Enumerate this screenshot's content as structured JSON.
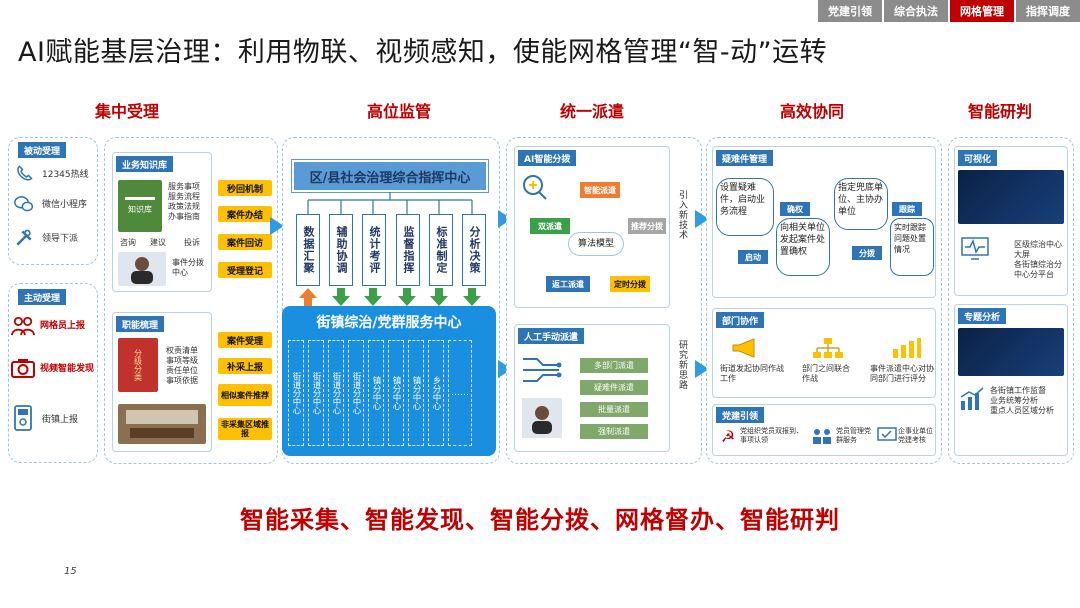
{
  "nav": {
    "tabs": [
      "党建引领",
      "综合执法",
      "网格管理",
      "指挥调度"
    ],
    "active_tab": "网格管理"
  },
  "title": "AI赋能基层治理：利用物联、视频感知，使能网格管理“智-动”运转",
  "columns": {
    "c1": "集中受理",
    "c2": "高位监管",
    "c3": "统一派遣",
    "c4": "高效协同",
    "c5": "智能研判"
  },
  "accept": {
    "passive_label": "被动受理",
    "passive_items": [
      "12345热线",
      "微信小程序",
      "领导下派"
    ],
    "active_label": "主动受理",
    "active_items": [
      "网格员上报",
      "视频智能发现",
      "街镇上报"
    ],
    "kb_label": "业务知识库",
    "kb_book": "知识库",
    "kb_items": [
      "服务事项",
      "服务流程",
      "政策法规",
      "办事指南"
    ],
    "kb_row": [
      "咨询",
      "建议",
      "投诉"
    ],
    "dispatch_text": "事件分拨中心",
    "mech_buttons": [
      "秒回机制",
      "案件办结",
      "案件回访",
      "受理登记"
    ],
    "func_label": "职能梳理",
    "func_book": "分级分类",
    "func_items": [
      "权责清单",
      "事项等级",
      "责任单位",
      "事项依据"
    ],
    "case_buttons": [
      "案件受理",
      "补采上报",
      "相似案件推荐",
      "非采集区域推报"
    ]
  },
  "monitor": {
    "center_title": "区/县社会治理综合指挥中心",
    "funcs": [
      "数据汇聚",
      "辅助协调",
      "统计考评",
      "监督指挥",
      "标准制定",
      "分析决策"
    ],
    "street_title": "街镇综治/党群服务中心",
    "columns": [
      "街道分中心",
      "街道分中心",
      "街道分中心",
      "街道分中心",
      "镇分中心",
      "镇分中心",
      "镇分中心",
      "乡分中心"
    ],
    "more": "……"
  },
  "dispatch": {
    "ai_label": "AI智能分拨",
    "ai_nodes": [
      "智能派遣",
      "双派遣",
      "推荐分拨",
      "算法模型",
      "返工派遣",
      "定时分拨"
    ],
    "tech_text": "引入新技术",
    "manual_label": "人工手动派遣",
    "manual_items": [
      "多部门派遣",
      "疑难件派遣",
      "批量派遣",
      "强制派遣"
    ],
    "idea_text": "研究新思路"
  },
  "coop": {
    "hard_label": "疑难件管理",
    "flow1": "设置疑难件，启动业务流程",
    "start": "启动",
    "confirm": "确权",
    "flow2": "向相关单位发起案件处置确权",
    "flow3": "指定兜底单位、主协办单位",
    "assign": "分拨",
    "track": "跟踪",
    "flow4": "实时跟踪问题处置情况",
    "dept_label": "部门协作",
    "dept_items": [
      "街道发起协同作战工作",
      "部门之间联合作战",
      "事件派遣中心对协同部门进行评分"
    ],
    "party_label": "党建引领",
    "party_items": [
      "党组织党员双报到、事项认领",
      "党员管理党群服务",
      "企事业单位党建考核"
    ]
  },
  "judge": {
    "vis_label": "可视化",
    "vis_text": [
      "区级综治中心大屏",
      "各街镇综治分中心分平台"
    ],
    "topic_label": "专题分析",
    "topic_text": [
      "各街镇工作监督",
      "业务统筹分析",
      "重点人员区域分析"
    ]
  },
  "slogan": "智能采集、智能发现、智能分拨、网格督办、智能研判",
  "page_number": "15"
}
